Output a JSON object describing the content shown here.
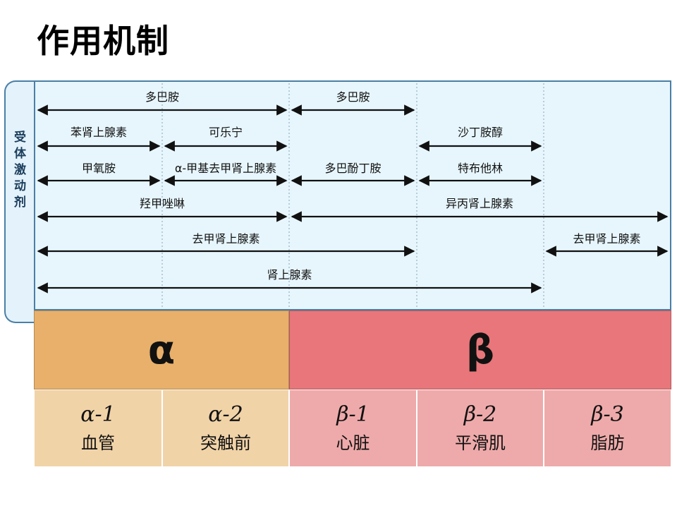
{
  "title": "作用机制",
  "side_label": "受体激动剂",
  "drugs": [
    {
      "name": "多巴胺",
      "from": "α-1",
      "to": "α-2",
      "both": true
    },
    {
      "name": "多巴胺",
      "from": "β-1",
      "to": "β-1",
      "both": true
    },
    {
      "name": "苯肾上腺素",
      "from": "α-1",
      "to": "α-1",
      "both": true
    },
    {
      "name": "可乐宁",
      "from": "α-2",
      "to": "α-2",
      "both": true
    },
    {
      "name": "沙丁胺醇",
      "from": "β-2",
      "to": "β-2",
      "both": true
    },
    {
      "name": "甲氧胺",
      "from": "α-1",
      "to": "α-1",
      "both": true
    },
    {
      "name": "α-甲基去甲肾上腺素",
      "from": "α-2",
      "to": "α-2",
      "both": true
    },
    {
      "name": "多巴酚丁胺",
      "from": "β-1",
      "to": "β-1",
      "both": true
    },
    {
      "name": "特布他林",
      "from": "β-2",
      "to": "β-2",
      "both": true
    },
    {
      "name": "羟甲唑啉",
      "from": "α-1",
      "to": "α-2",
      "both": true
    },
    {
      "name": "异丙肾上腺素",
      "from": "β-1",
      "to": "β-3",
      "both": true
    },
    {
      "name": "去甲肾上腺素",
      "from": "α-1",
      "to": "β-1",
      "both": true
    },
    {
      "name": "去甲肾上腺素",
      "from": "β-3",
      "to": "β-3",
      "both": true
    },
    {
      "name": "肾上腺素",
      "from": "α-1",
      "to": "β-2",
      "both": true
    }
  ],
  "groups": {
    "alpha": "α",
    "beta": "β"
  },
  "subtypes": [
    {
      "name": "α-1",
      "organ": "血管",
      "group": "alpha"
    },
    {
      "name": "α-2",
      "organ": "突触前",
      "group": "alpha"
    },
    {
      "name": "β-1",
      "organ": "心脏",
      "group": "beta"
    },
    {
      "name": "β-2",
      "organ": "平滑肌",
      "group": "beta"
    },
    {
      "name": "β-3",
      "organ": "脂肪",
      "group": "beta"
    }
  ],
  "colors": {
    "alpha_head": "#e8b06a",
    "beta_head": "#e8767a",
    "alpha_sub": "#f1d3a8",
    "beta_sub": "#eeaaaa",
    "panel": "#e7f6fd",
    "border": "#4a7fa6"
  }
}
